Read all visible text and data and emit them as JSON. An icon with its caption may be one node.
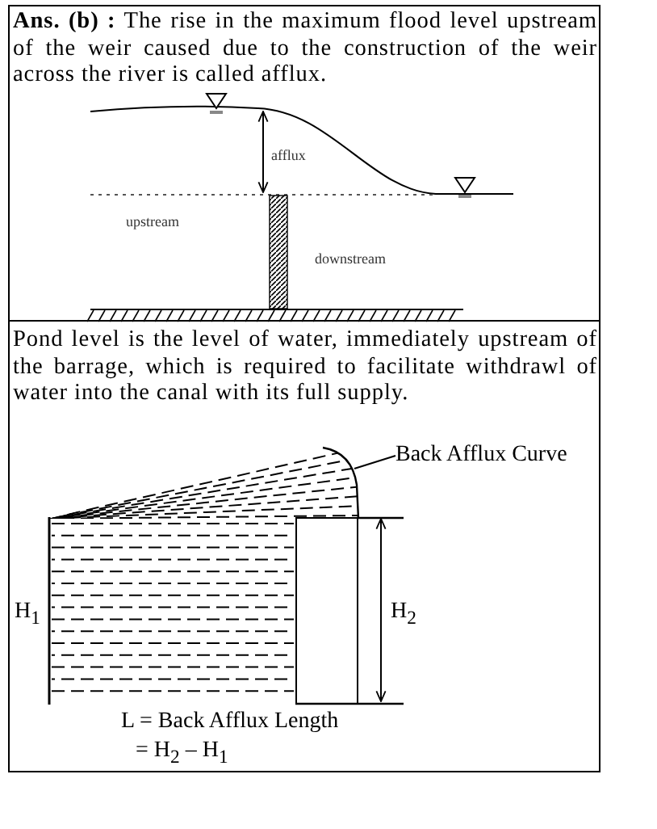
{
  "diagram": {
    "nodes": [
      {
        "text": [],
        "shape": "curve"
      },
      {
        "text": [
          "Back Afflux Curve"
        ]
      }
    ],
    "edges": [
      {
        "from": 1,
        "to": 0,
        "arrow": "none"
      }
    ],
    "labels": [
      "**Ans. (b) :** The rise in the maximum flood level upstream of the weir caused due to the construction of the weir across the river is called afflux.",
      "afflux",
      "upstream",
      "downstream",
      "Pond level is the level of water, immediately upstream of the barrage, which is required to facilitate withdrawl of water into the canal with its full supply.",
      "H$_{1}$",
      "H$_{2}$",
      "L = Back Afflux Length",
      "= H$_{2}$ – H$_{1}$"
    ]
  }
}
